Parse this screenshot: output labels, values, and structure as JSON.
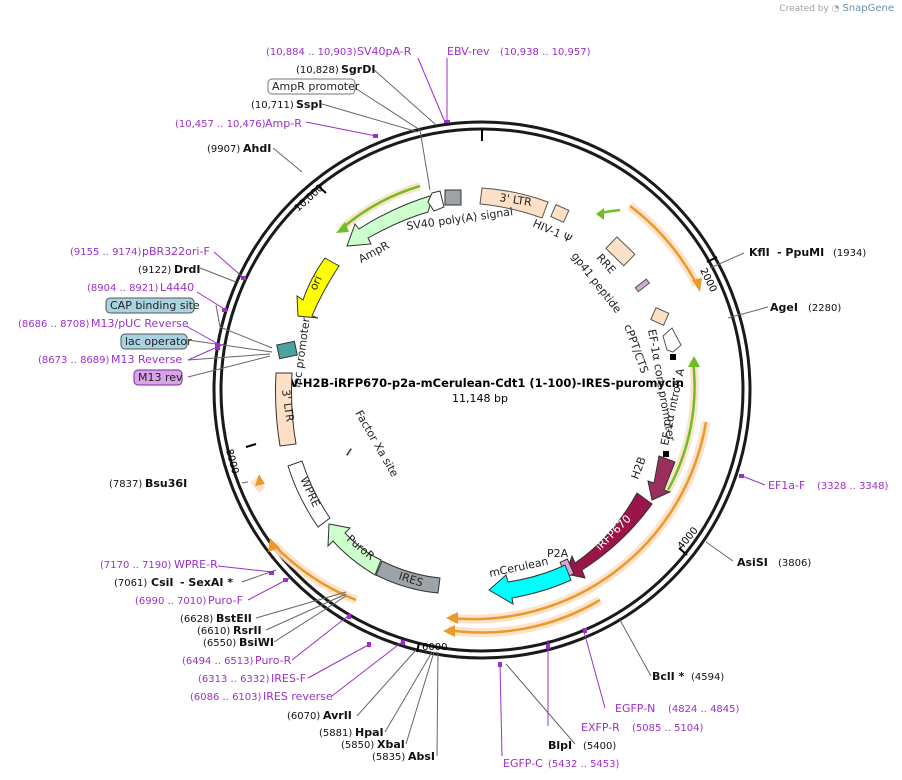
{
  "credit": {
    "prefix": "Created by",
    "brand": "SnapGene"
  },
  "plasmid": {
    "name": "pLV-H2B-iRFP670-p2a-mCerulean-Cdt1 (1-100)-IRES-puromycin",
    "size_label": "11,148 bp"
  },
  "ticks": [
    "2000",
    "4000",
    "6000",
    "8000",
    "10,000"
  ],
  "enzymes": [
    {
      "name": "SgrDI",
      "pos": "(10,828)"
    },
    {
      "name": "SspI",
      "pos": "(10,711)"
    },
    {
      "name": "AhdI",
      "pos": "(9907)"
    },
    {
      "name": "DrdI",
      "pos": "(9122)"
    },
    {
      "name": "Bsu36I",
      "pos": "(7837)"
    },
    {
      "name": "CsiI",
      "pos": "(7061)",
      "extra": "- SexAI *"
    },
    {
      "name": "BstEII",
      "pos": "(6628)"
    },
    {
      "name": "RsrII",
      "pos": "(6610)"
    },
    {
      "name": "BsiWI",
      "pos": "(6550)"
    },
    {
      "name": "AvrII",
      "pos": "(6070)"
    },
    {
      "name": "HpaI",
      "pos": "(5881)"
    },
    {
      "name": "XbaI",
      "pos": "(5850)"
    },
    {
      "name": "AbsI",
      "pos": "(5835)"
    },
    {
      "name": "BlpI",
      "pos": "(5400)"
    },
    {
      "name": "BclI *",
      "pos": "(4594)"
    },
    {
      "name": "AsiSI",
      "pos": "(3806)"
    },
    {
      "name": "AgeI",
      "pos": "(2280)"
    },
    {
      "name": "KflI",
      "pos": "(1934)",
      "extra": "- PpuMI"
    }
  ],
  "primers": [
    {
      "name": "SV40pA-R",
      "pos": "(10,884 .. 10,903)"
    },
    {
      "name": "EBV-rev",
      "pos": "(10,938 .. 10,957)"
    },
    {
      "name": "Amp-R",
      "pos": "(10,457 .. 10,476)"
    },
    {
      "name": "pBR322ori-F",
      "pos": "(9155 .. 9174)"
    },
    {
      "name": "L4440",
      "pos": "(8904 .. 8921)"
    },
    {
      "name": "M13/pUC Reverse",
      "pos": "(8686 .. 8708)"
    },
    {
      "name": "M13 Reverse",
      "pos": "(8673 .. 8689)"
    },
    {
      "name": "WPRE-R",
      "pos": "(7170 .. 7190)"
    },
    {
      "name": "Puro-F",
      "pos": "(6990 .. 7010)"
    },
    {
      "name": "Puro-R",
      "pos": "(6494 .. 6513)"
    },
    {
      "name": "IRES-F",
      "pos": "(6313 .. 6332)"
    },
    {
      "name": "IRES reverse",
      "pos": "(6086 .. 6103)"
    },
    {
      "name": "EF1a-F",
      "pos": "(3328 .. 3348)"
    },
    {
      "name": "EGFP-N",
      "pos": "(4824 .. 4845)"
    },
    {
      "name": "EXFP-R",
      "pos": "(5085 .. 5104)"
    },
    {
      "name": "EGFP-C",
      "pos": "(5432 .. 5453)"
    }
  ],
  "boxed_labels": {
    "ampr_promoter": "AmpR promoter",
    "cap_binding_site": "CAP binding site",
    "lac_operator": "lac operator",
    "m13_rev": "M13 rev"
  },
  "features": {
    "ltr5": "3' LTR",
    "hiv_psi": "HIV-1 Ψ",
    "rre": "RRE",
    "gp41": "gp41 peptide",
    "cppt": "cPPT/CTS",
    "ef1a_core": "EF-1α core promoter",
    "ef1a_intron": "EF-1α intron A",
    "h2b": "H2B",
    "irfp": "iRFP670",
    "p2a": "P2A",
    "mcerulean": "mCerulean",
    "ires": "IRES",
    "puror": "PuroR",
    "wpre": "WPRE",
    "factor_xa": "Factor Xa site",
    "ltr3": "3' LTR",
    "lac_promoter": "lac promoter",
    "ori": "ori",
    "ampr": "AmpR",
    "sv40": "SV40 poly(A) signal"
  },
  "colors": {
    "backbone": "#1a1a1a",
    "primer": "#9b30c8",
    "ltr": "#fde0c5",
    "ampr": "#ccffcc",
    "ori": "#ffff00",
    "irfp": "#99154a",
    "h2b": "#9b2f5b",
    "mcerulean": "#00ffff",
    "ires": "#9ea3a8",
    "puror": "#ccffcc",
    "orf_orange": "#e99a2b",
    "orf_green": "#6fbf24"
  }
}
